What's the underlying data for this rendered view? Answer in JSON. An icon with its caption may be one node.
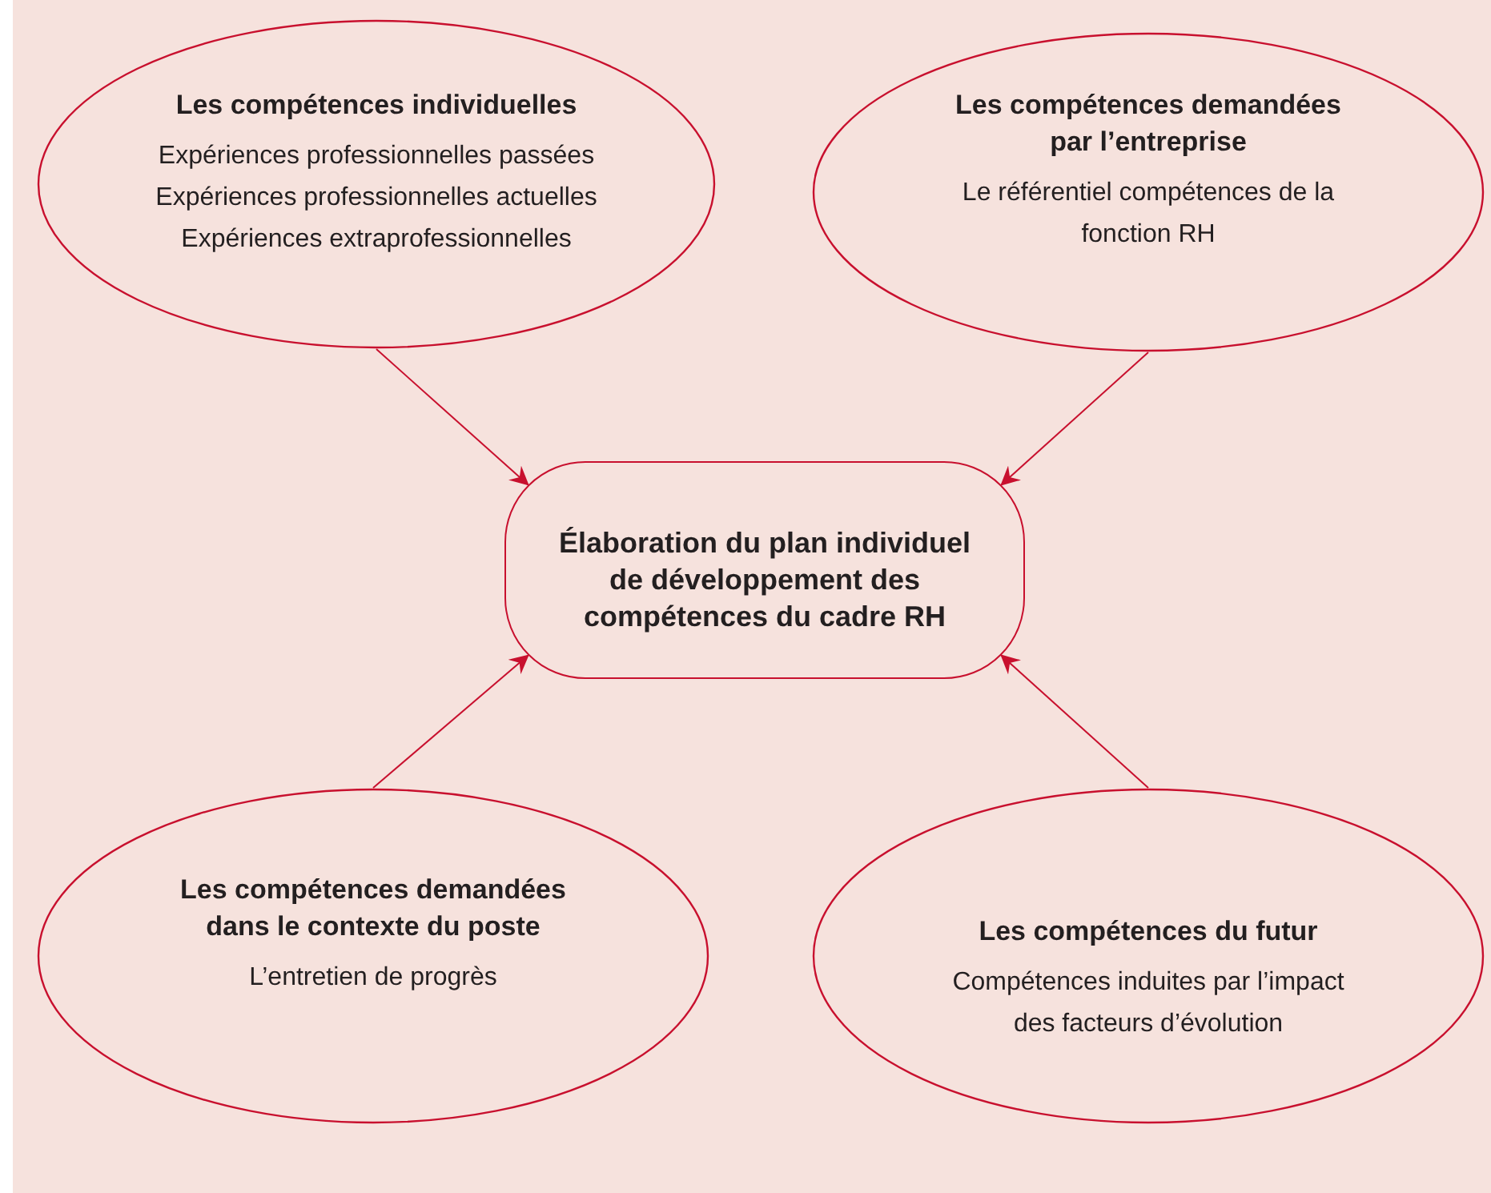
{
  "diagram": {
    "nodes": [
      {
        "text": [
          "Les compétences individuelles",
          "Expériences professionnelles passées",
          "Expériences professionnelles actuelles",
          "Expériences extraprofessionnelles"
        ]
      },
      {
        "text": [
          "Les compétences demandées par l’entreprise",
          "Le référentiel compétences de la fonction RH"
        ]
      },
      {
        "text": [
          "Élaboration du plan individuel de développement des compétences du cadre RH"
        ]
      },
      {
        "text": [
          "Les compétences demandées dans le contexte du poste",
          "L’entretien de progrès"
        ]
      },
      {
        "text": [
          "Les compétences du futur",
          "Compétences induites par l’impact des facteurs d’évolution"
        ]
      }
    ],
    "edges": [
      {
        "from": 0,
        "to": 2,
        "arrow": "to"
      },
      {
        "from": 1,
        "to": 2,
        "arrow": "to"
      },
      {
        "from": 3,
        "to": 2,
        "arrow": "to"
      },
      {
        "from": 4,
        "to": 2,
        "arrow": "to"
      }
    ]
  }
}
